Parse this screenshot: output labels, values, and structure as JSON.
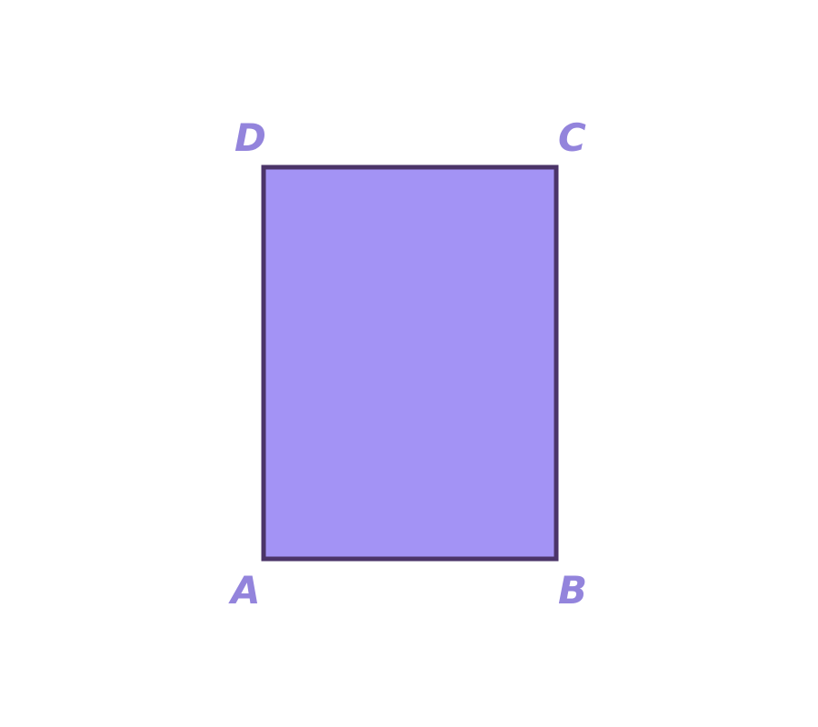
{
  "colors": {
    "background": "#ffffff",
    "fill": "#a393f5",
    "stroke": "#4b3468",
    "label": "#9384dc"
  },
  "labels": {
    "a": "A",
    "b": "B",
    "c": "C",
    "d": "D"
  }
}
